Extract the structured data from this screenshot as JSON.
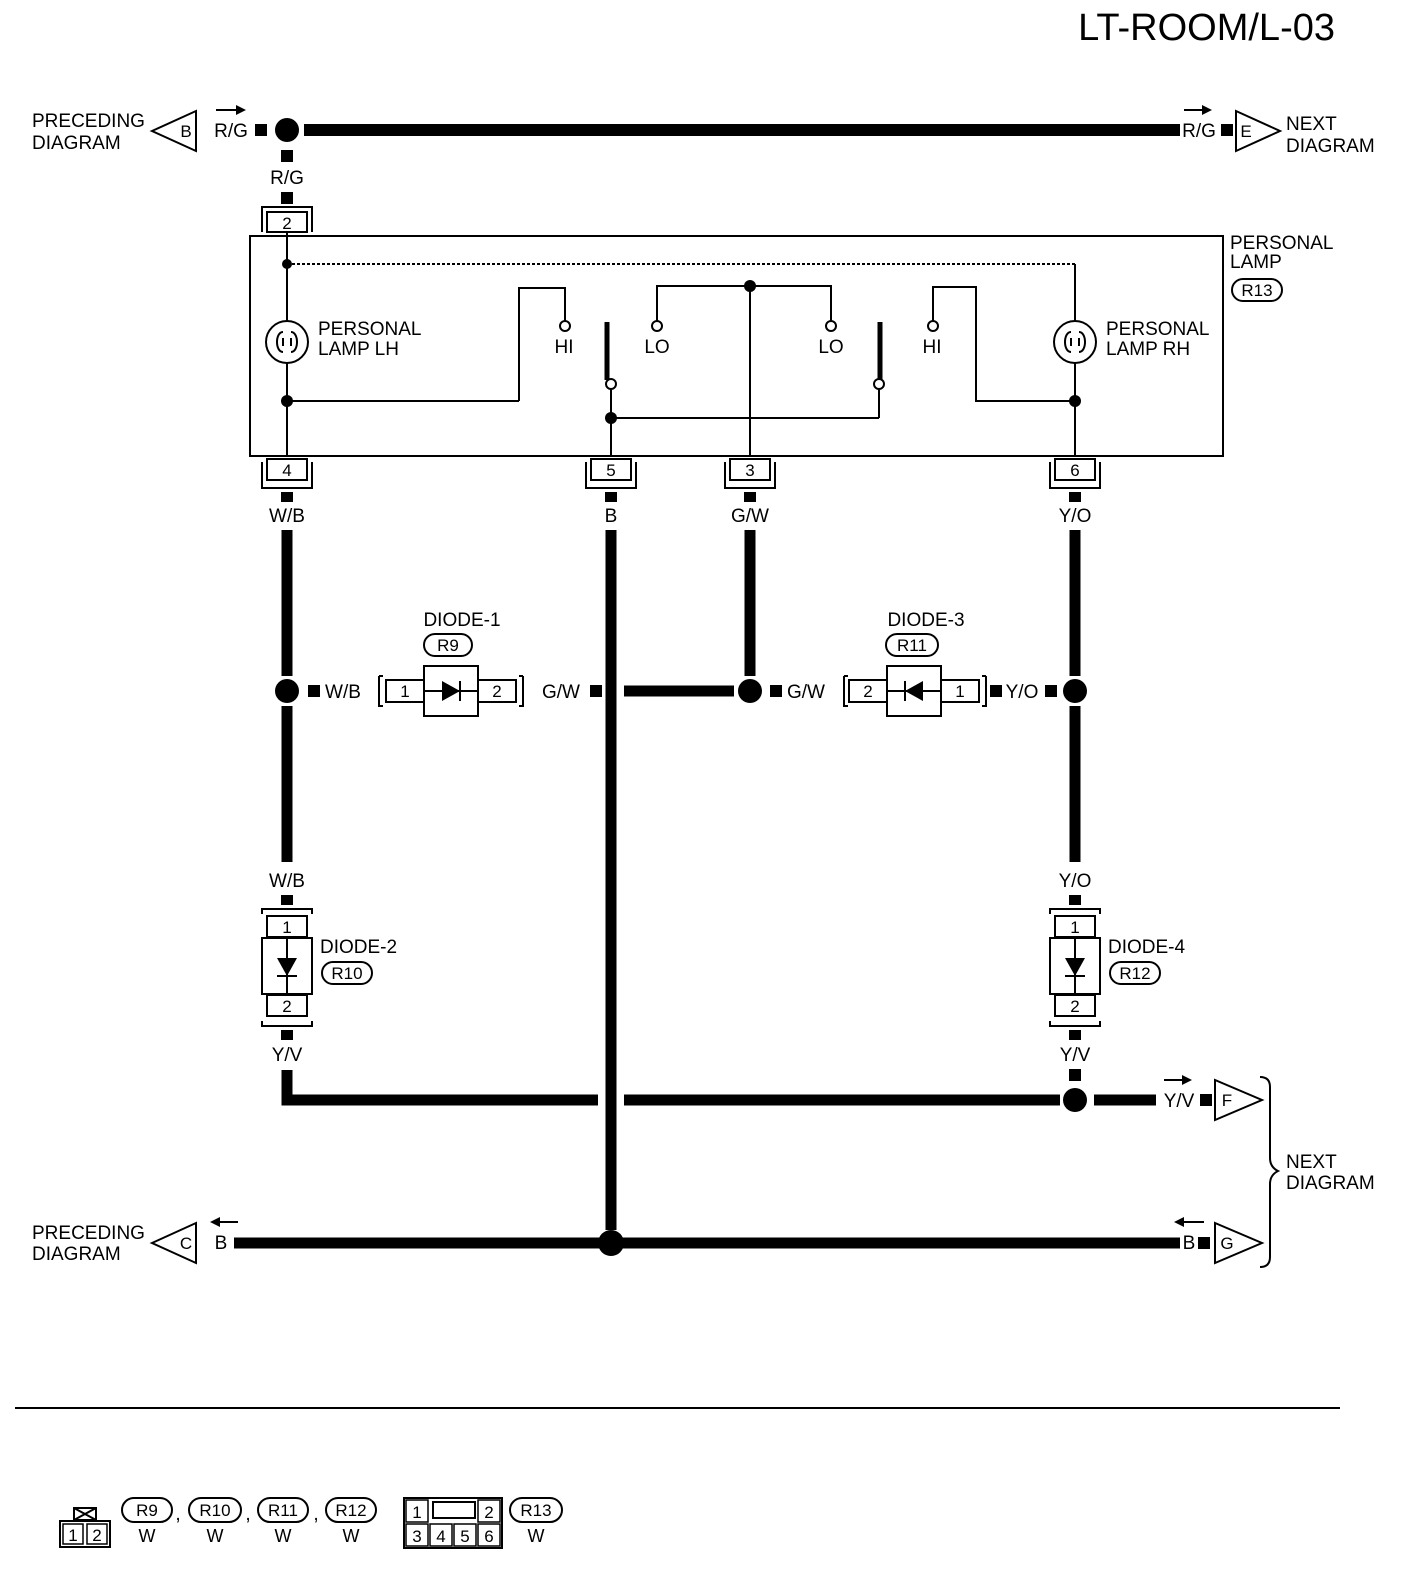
{
  "page": {
    "title": "LT-ROOM/L-03"
  },
  "offpage": {
    "preceding_top": {
      "label_line1": "PRECEDING",
      "label_line2": "DIAGRAM",
      "letter": "B",
      "wire": "R/G"
    },
    "next_top": {
      "label_line1": "NEXT",
      "label_line2": "DIAGRAM",
      "letter": "E",
      "wire": "R/G"
    },
    "next_f": {
      "letter": "F",
      "wire": "Y/V"
    },
    "next_g": {
      "letter": "G",
      "wire": "B"
    },
    "next_bottom_label_line1": "NEXT",
    "next_bottom_label_line2": "DIAGRAM",
    "preceding_bottom": {
      "label_line1": "PRECEDING",
      "label_line2": "DIAGRAM",
      "letter": "C",
      "wire": "B"
    }
  },
  "personal_lamp": {
    "label_line1": "PERSONAL",
    "label_line2": "LAMP",
    "connector": "R13",
    "lamp_lh_line1": "PERSONAL",
    "lamp_lh_line2": "LAMP LH",
    "lamp_rh_line1": "PERSONAL",
    "lamp_rh_line2": "LAMP RH",
    "hi": "HI",
    "lo": "LO",
    "pins": {
      "top": "2",
      "p4": "4",
      "p5": "5",
      "p3": "3",
      "p6": "6"
    }
  },
  "wires": {
    "rg": "R/G",
    "wb": "W/B",
    "b": "B",
    "gw": "G/W",
    "yo": "Y/O",
    "yv": "Y/V"
  },
  "diodes": {
    "diode1": {
      "name": "DIODE-1",
      "connector": "R9",
      "pin_a": "1",
      "pin_b": "2"
    },
    "diode2": {
      "name": "DIODE-2",
      "connector": "R10",
      "pin_a": "1",
      "pin_b": "2"
    },
    "diode3": {
      "name": "DIODE-3",
      "connector": "R11",
      "pin_a": "2",
      "pin_b": "1"
    },
    "diode4": {
      "name": "DIODE-4",
      "connector": "R12",
      "pin_a": "1",
      "pin_b": "2"
    }
  },
  "legend": {
    "two_pin": [
      "1",
      "2"
    ],
    "connectors": [
      "R9",
      "R10",
      "R11",
      "R12"
    ],
    "separator": ",",
    "colors": [
      "W",
      "W",
      "W",
      "W"
    ],
    "six_pin_top": [
      "1",
      "2"
    ],
    "six_pin_bottom": [
      "3",
      "4",
      "5",
      "6"
    ],
    "r13": "R13",
    "r13_color": "W"
  }
}
